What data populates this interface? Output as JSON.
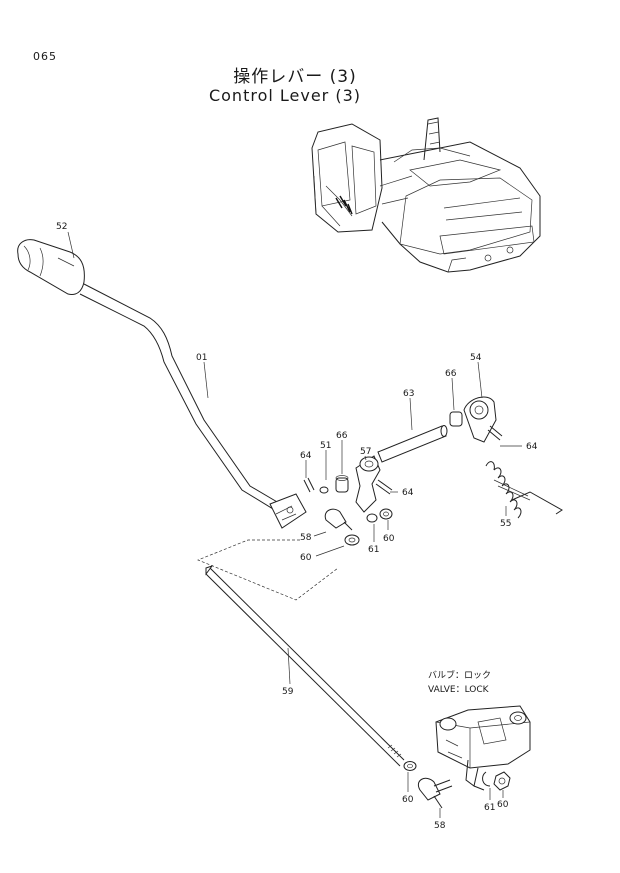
{
  "page_number": "065",
  "title_jp": "操作レバー (3)",
  "title_en": "Control Lever (3)",
  "valve_caption_jp": "バルブ：ロック",
  "valve_caption_en": "VALVE：LOCK",
  "callouts": [
    "52",
    "01",
    "54",
    "66",
    "63",
    "64",
    "51",
    "66",
    "57",
    "64",
    "64",
    "55",
    "58",
    "61",
    "60",
    "60",
    "59",
    "60",
    "58",
    "61",
    "60"
  ]
}
